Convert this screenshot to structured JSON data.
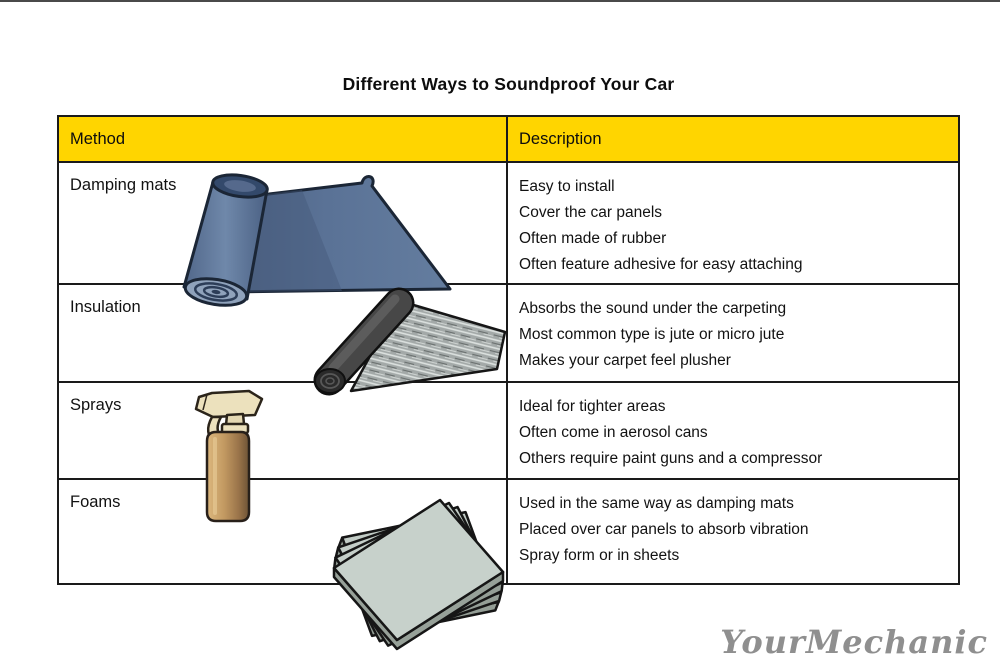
{
  "title": "Different Ways to Soundproof Your Car",
  "watermark": "YourMechanic",
  "colors": {
    "header_bg": "#ffd500",
    "border": "#1a1a1a",
    "watermark_gray": "#8f8f8f"
  },
  "table": {
    "header": {
      "method": "Method",
      "description": "Description"
    },
    "rows": [
      {
        "method": "Damping mats",
        "icon": "damping-mat-illustration",
        "lines": [
          "Easy to install",
          "Cover the car panels",
          "Often made of rubber",
          "Often feature adhesive for easy attaching"
        ]
      },
      {
        "method": "Insulation",
        "icon": "insulation-roll-illustration",
        "lines": [
          "Absorbs the sound under the carpeting",
          "Most common type is jute or micro jute",
          "Makes your carpet feel plusher"
        ]
      },
      {
        "method": "Sprays",
        "icon": "spray-bottle-illustration",
        "lines": [
          "Ideal for tighter areas",
          "Often come in aerosol cans",
          "Others require paint guns and a compressor"
        ]
      },
      {
        "method": "Foams",
        "icon": "foam-sheets-illustration",
        "lines": [
          "Used in the same way as damping mats",
          "Placed over car panels to absorb vibration",
          "Spray form or in sheets"
        ]
      }
    ]
  }
}
